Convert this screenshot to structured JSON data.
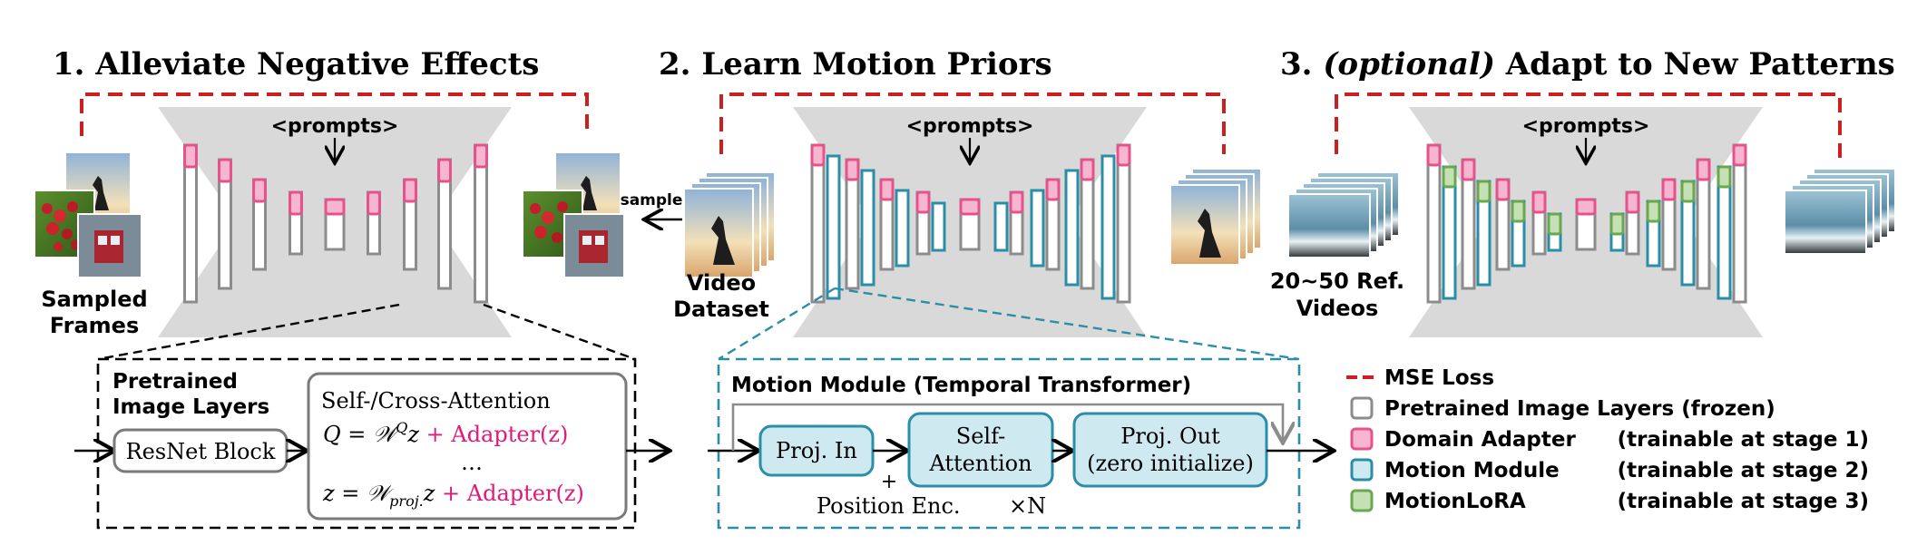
{
  "stage1": {
    "title_prefix": "1. Alleviate Negative Effects",
    "prompts": "<prompts>",
    "input_label_1": "Sampled",
    "input_label_2": "Frames",
    "sample_label": "sample"
  },
  "stage2": {
    "title": "2. Learn Motion Priors",
    "prompts": "<prompts>",
    "input_label_1": "Video",
    "input_label_2": "Dataset"
  },
  "stage3": {
    "title_num": "3.",
    "title_italic": "(optional)",
    "title_rest": "Adapt to New Patterns",
    "prompts": "<prompts>",
    "input_label_1": "20~50 Ref.",
    "input_label_2": "Videos"
  },
  "detail_left": {
    "header_1": "Pretrained",
    "header_2": "Image Layers",
    "resnet": "ResNet Block",
    "attn_title": "Self-/Cross-Attention",
    "eq1_main": "Q = 𝒲",
    "eq1_sup": "Q",
    "eq1_z": "z",
    "eq1_add": "+ Adapter(z)",
    "ellipsis": "…",
    "eq2_main": "z = 𝒲",
    "eq2_sub": "proj.",
    "eq2_z": "z",
    "eq2_add": "+ Adapter(z)"
  },
  "detail_right": {
    "header": "Motion Module (Temporal Transformer)",
    "proj_in": "Proj. In",
    "self_1": "Self-",
    "self_2": "Attention",
    "proj_out_1": "Proj. Out",
    "proj_out_2": "(zero initialize)",
    "plus": "+",
    "pos_enc": "Position Enc.",
    "times_n": "×N"
  },
  "legend": [
    {
      "label": "MSE Loss",
      "note": "",
      "kind": "dash",
      "color": "#cc1f1f"
    },
    {
      "label": "Pretrained Image Layers (frozen)",
      "note": "",
      "kind": "gray",
      "color": "#8c8c8c"
    },
    {
      "label": "Domain Adapter",
      "note": "(trainable at stage 1)",
      "kind": "pink",
      "color": "#e8528a"
    },
    {
      "label": "Motion Module",
      "note": "(trainable at stage 2)",
      "kind": "blue",
      "color": "#2a8ea8"
    },
    {
      "label": "MotionLoRA",
      "note": "(trainable at stage 3)",
      "kind": "green",
      "color": "#6aa84f"
    }
  ],
  "colors": {
    "red_dash": "#cc1f1f",
    "gray_bar": "#8c8c8c",
    "pink": "#e8528a",
    "pink_fill": "#f7b6cf",
    "blue": "#2a8ea8",
    "blue_fill": "#cfe9f1",
    "green": "#6aa84f",
    "green_fill": "#c5e0b4",
    "unet_bg": "#d9d9d9"
  }
}
